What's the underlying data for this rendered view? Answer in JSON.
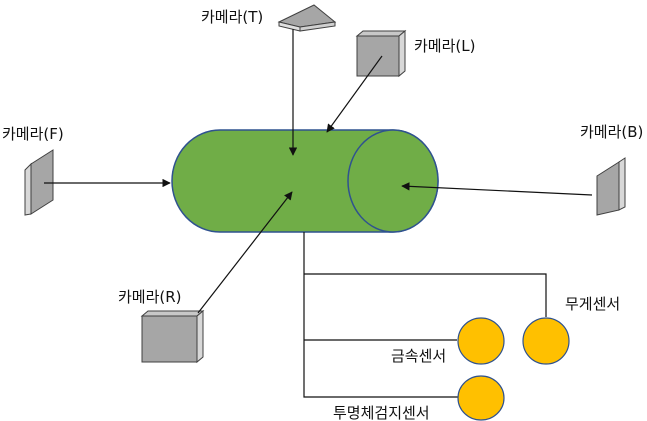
{
  "cameras": {
    "top": "카메라(T)",
    "left_cam": "카메라(L)",
    "front": "카메라(F)",
    "back": "카메라(B)",
    "right_cam": "카메라(R)"
  },
  "sensors": {
    "weight": "무게센서",
    "metal": "금속센서",
    "transparency": "투명체검지센서"
  },
  "colors": {
    "object_fill": "#70ad47",
    "object_stroke": "#2f528f",
    "camera_face": "#a6a6a6",
    "camera_dark": "#404040",
    "camera_light": "#e0e0e0",
    "sensor_fill": "#ffc000",
    "sensor_stroke": "#2f528f",
    "line": "#111111"
  }
}
